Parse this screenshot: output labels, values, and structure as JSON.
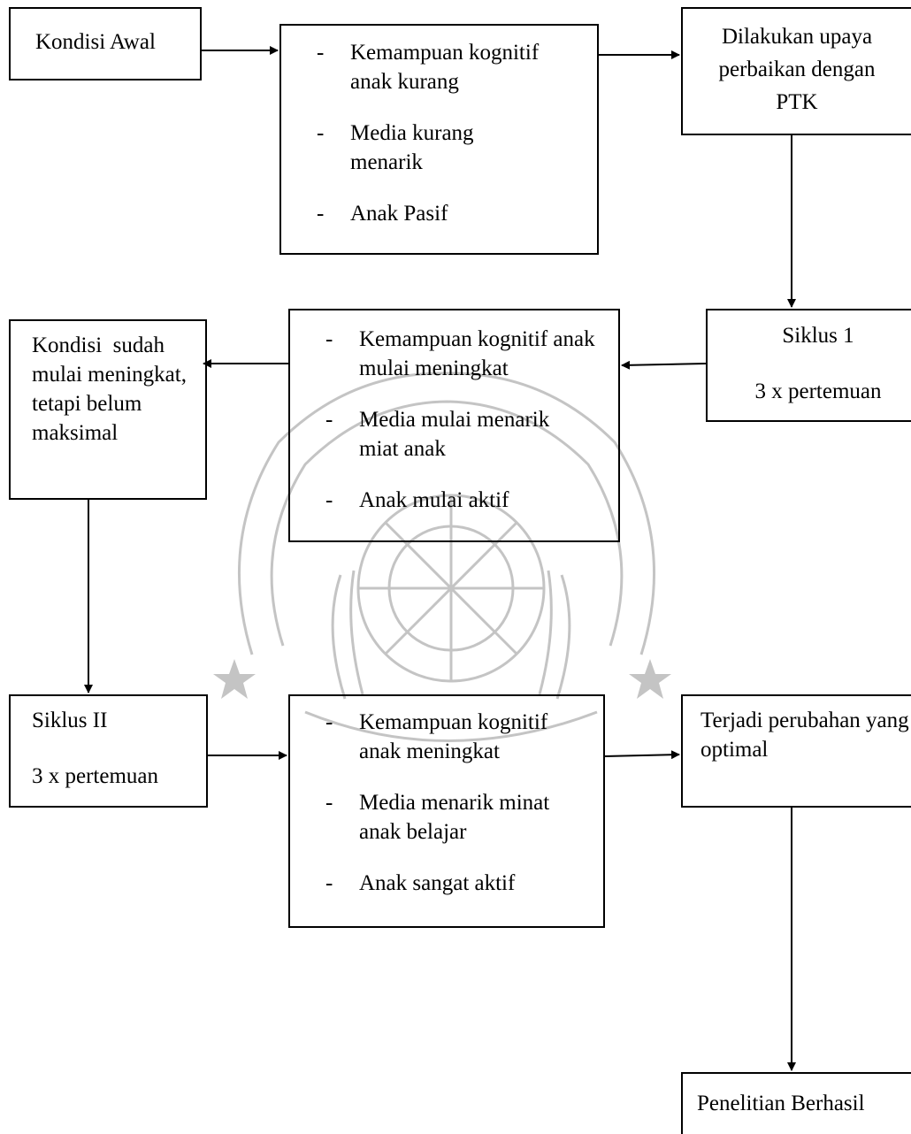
{
  "flow": {
    "start": "Kondisi Awal",
    "initial_conditions": [
      "Kemampuan kognitif anak kurang",
      "Media kurang menarik",
      "Anak Pasif"
    ],
    "action": "Dilakukan upaya perbaikan dengan PTK",
    "cycle1": {
      "title": "Siklus 1",
      "meetings": "3 x pertemuan"
    },
    "cycle1_results": [
      "Kemampuan kognitif anak mulai meningkat",
      "Media mulai menarik miat anak",
      "Anak mulai aktif"
    ],
    "after_cycle1": "Kondisi  sudah mulai meningkat, tetapi belum maksimal",
    "cycle2": {
      "title": "Siklus II",
      "meetings": "3 x pertemuan"
    },
    "cycle2_results": [
      "Kemampuan kognitif anak meningkat",
      "Media menarik minat anak belajar",
      "Anak sangat aktif"
    ],
    "outcome": "Terjadi perubahan yang optimal",
    "final": "Penelitian Berhasil"
  },
  "colors": {
    "line": "#000000",
    "watermark": "#b8b8b8"
  }
}
